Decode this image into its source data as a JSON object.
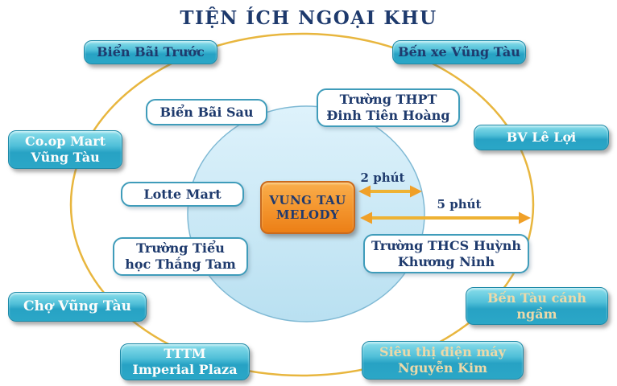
{
  "title": "TIỆN ÍCH NGOẠI KHU",
  "center_box": {
    "label": "VUNG TAU\nMELODY"
  },
  "distances": {
    "d2": "2 phút",
    "d5": "5 phút"
  },
  "nodes": [
    {
      "label": "Biển Bãi Trước",
      "shape": "teal",
      "text_color": "navy"
    },
    {
      "label": "Bến xe Vũng Tàu",
      "shape": "teal",
      "text_color": "navy"
    },
    {
      "label": "Biển Bãi Sau",
      "shape": "white",
      "text_color": "navy"
    },
    {
      "label": "Trường THPT\nĐinh Tiên Hoàng",
      "shape": "white",
      "text_color": "navy"
    },
    {
      "label": "Co.op Mart\nVũng Tàu",
      "shape": "teal",
      "text_color": "white"
    },
    {
      "label": "BV Lê Lợi",
      "shape": "teal",
      "text_color": "white"
    },
    {
      "label": "Lotte Mart",
      "shape": "white",
      "text_color": "navy"
    },
    {
      "label": "Trường Tiểu\nhọc Thắng Tam",
      "shape": "white",
      "text_color": "navy"
    },
    {
      "label": "Trường THCS Huỳnh\nKhương Ninh",
      "shape": "white",
      "text_color": "navy"
    },
    {
      "label": "Chợ Vũng Tàu",
      "shape": "teal",
      "text_color": "white"
    },
    {
      "label": "Bến Tàu cánh\nngầm",
      "shape": "teal",
      "text_color": "cream"
    },
    {
      "label": "TTTM\nImperial Plaza",
      "shape": "teal",
      "text_color": "white"
    },
    {
      "label": "Siêu thị điện máy\nNguyễn Kim",
      "shape": "teal",
      "text_color": "cream"
    }
  ],
  "colors": {
    "title_text": "#1e3a6d",
    "navy_text": "#1e3a6d",
    "white_text": "#fdfdfb",
    "cream_text": "#ecd9a9",
    "teal_box": "#2fa9c9",
    "teal_border": "#1d89a7",
    "white_box_border": "#3f9cba",
    "orange_box": "#f08c22",
    "orange_border": "#c96a1d",
    "outer_ring": "#e8b63e",
    "arrow": "#eeb233",
    "arrow_head": "#f0a028",
    "inner_circle_fill": "#cfeaf7",
    "inner_circle_border": "#7fb9d4"
  }
}
